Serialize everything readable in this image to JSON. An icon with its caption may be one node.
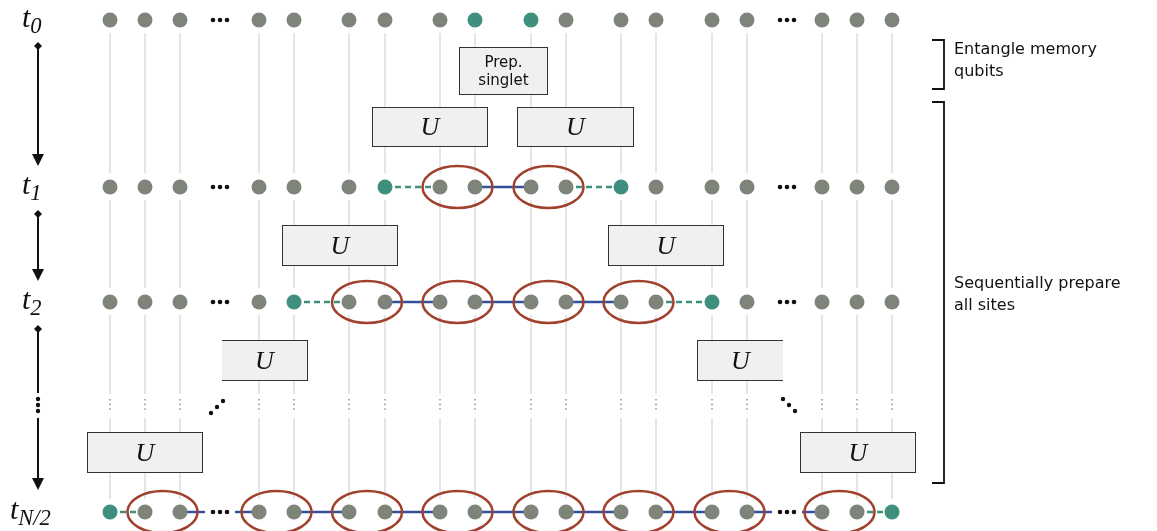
{
  "diagram": {
    "nodes": [
      {
        "text": [
          "Prep. singlet"
        ]
      },
      {
        "text": [
          "U"
        ]
      },
      {
        "text": [
          "U"
        ]
      },
      {
        "text": [
          "U"
        ]
      },
      {
        "text": [
          "U"
        ]
      },
      {
        "text": [
          "U"
        ]
      },
      {
        "text": [
          "U"
        ]
      },
      {
        "text": [
          "U"
        ]
      },
      {
        "text": [
          "U"
        ]
      }
    ],
    "edges": [],
    "labels": [
      "t$_{0}$",
      "t$_{1}$",
      "t$_{2}$",
      "t$_{N/2}$",
      "Entangle memory qubits",
      "Sequentially prepare all sites"
    ]
  }
}
